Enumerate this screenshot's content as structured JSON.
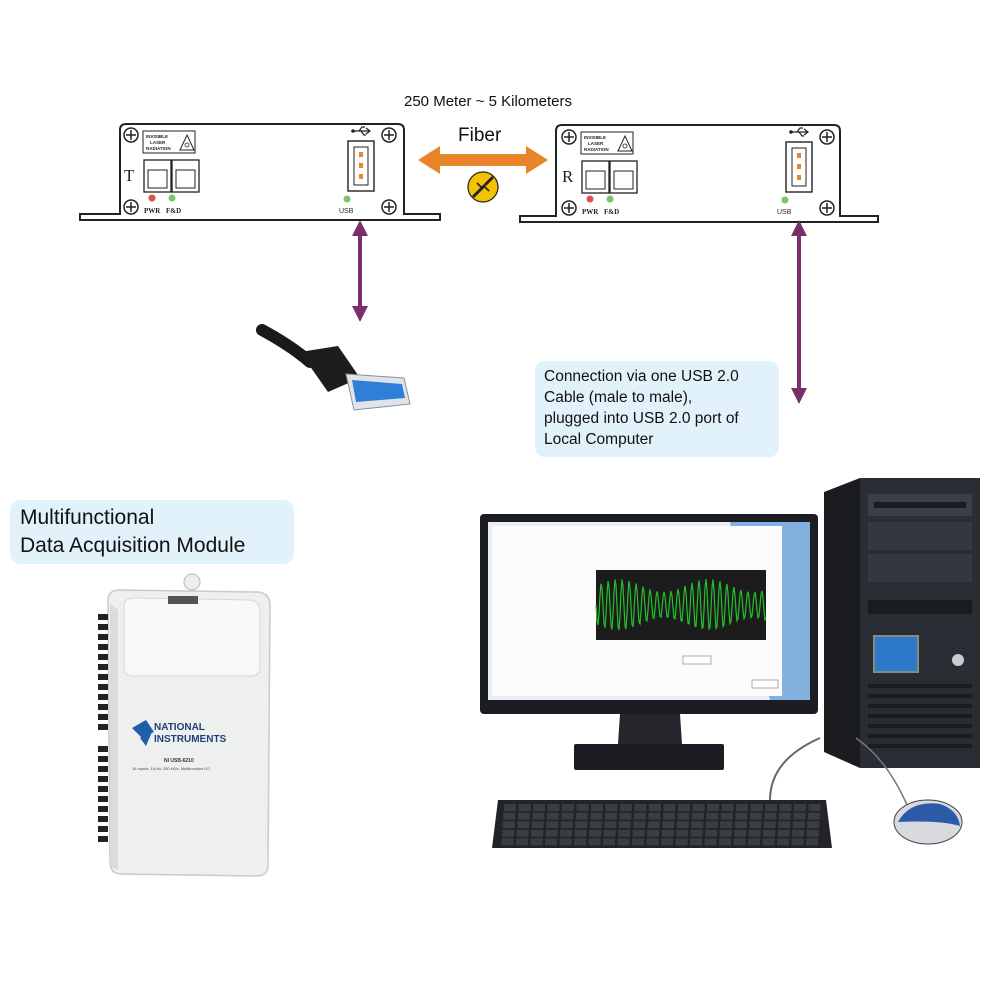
{
  "distance_label": "250 Meter ~ 5 Kilometers",
  "fiber_label": "Fiber",
  "transmitter": {
    "letter": "T",
    "warning": [
      "INVISIBLE",
      "LASER",
      "RADIATION"
    ],
    "pwr": "PWR",
    "fd": "F&D",
    "usb": "USB"
  },
  "receiver": {
    "letter": "R",
    "warning": [
      "INVISIBLE",
      "LASER",
      "RADIATION"
    ],
    "pwr": "PWR",
    "fd": "F&D",
    "usb": "USB"
  },
  "connection_note": {
    "line1": "Connection via one USB 2.0",
    "line2": "Cable (male to male),",
    "line3": "plugged into USB 2.0 port of",
    "line4": "Local Computer"
  },
  "daq_label": {
    "line1": "Multifunctional",
    "line2": "Data Acquisition Module"
  },
  "daq_device": {
    "brand_line1": "NATIONAL",
    "brand_line2": "INSTRUMENTS",
    "model": "NI USB-6210",
    "spec": "16 Inputs, 16-bit, 250 kS/s, Multifunction I/O"
  },
  "colors": {
    "arrow_usb": "#7a2f6b",
    "arrow_fiber": "#e8852a",
    "bubble": "#e2f2fb",
    "led_red": "#e0504c",
    "led_green": "#7cc46a",
    "waveform": "#22c02a",
    "usb_blue": "#2f7fd6"
  }
}
